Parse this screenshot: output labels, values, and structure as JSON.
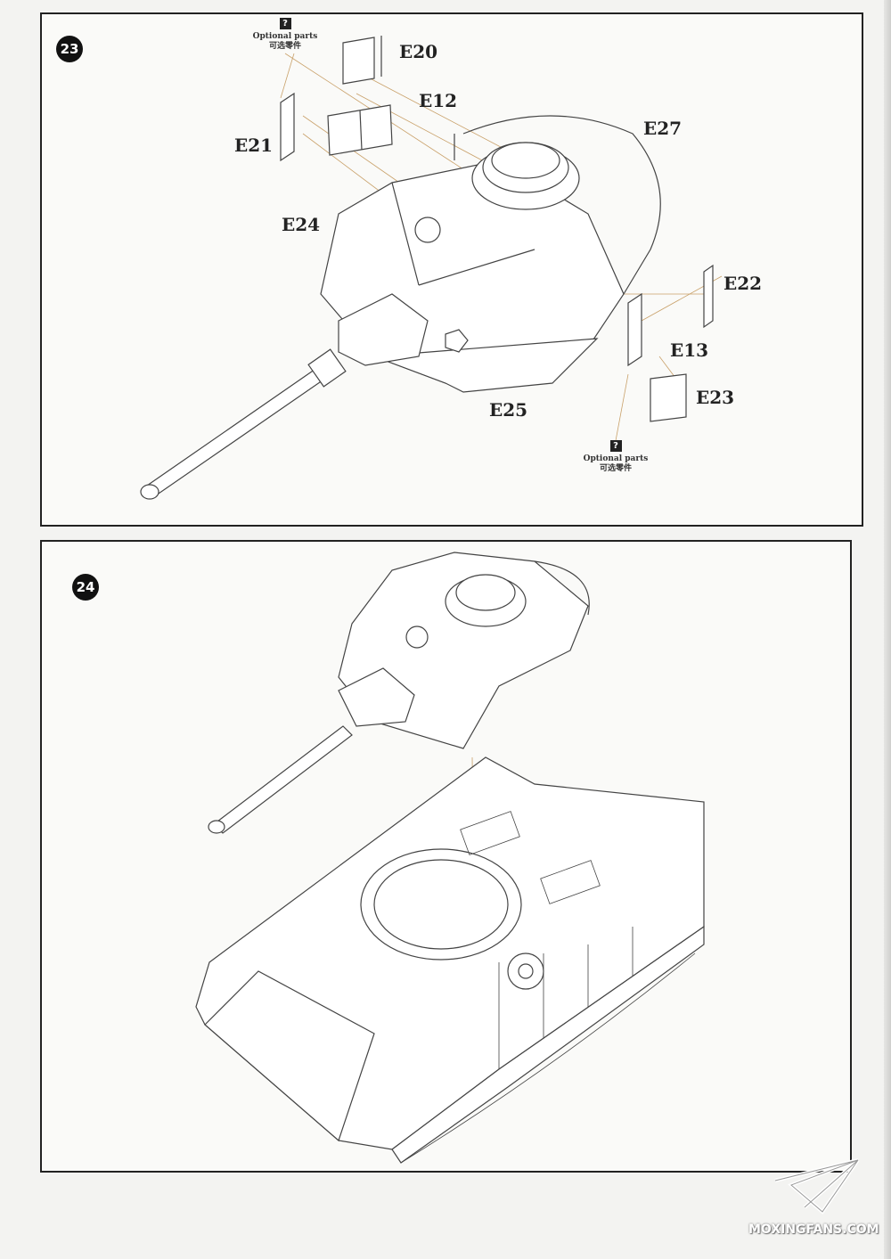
{
  "steps": [
    {
      "number": "23",
      "labels": {
        "e20": "E20",
        "e12": "E12",
        "e21": "E21",
        "e27": "E27",
        "e24": "E24",
        "e22": "E22",
        "e13": "E13",
        "e23": "E23",
        "e25": "E25"
      },
      "optional_top": {
        "icon": "?",
        "en": "Optional parts",
        "zh": "可选零件"
      },
      "optional_bottom": {
        "icon": "?",
        "en": "Optional parts",
        "zh": "可选零件"
      }
    },
    {
      "number": "24"
    }
  ],
  "watermark": {
    "text": "MOXINGFANS.COM"
  }
}
